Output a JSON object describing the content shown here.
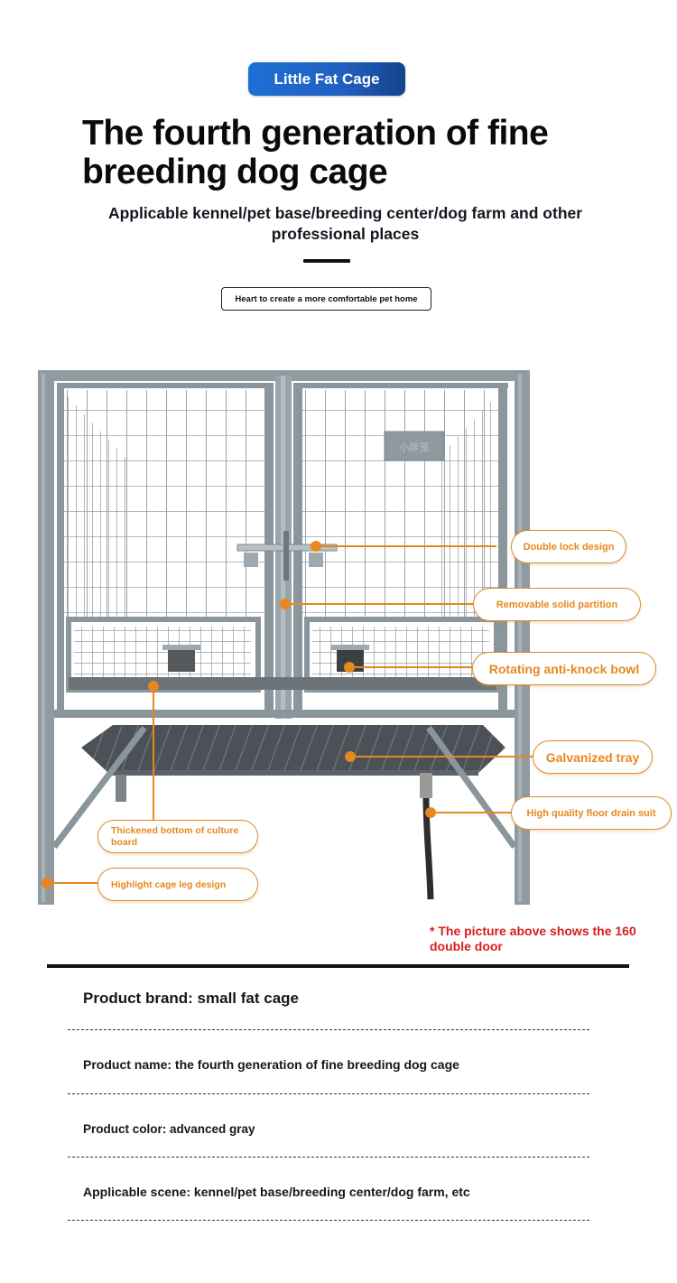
{
  "header": {
    "brand_badge": "Little Fat Cage",
    "title": "The fourth generation of fine breeding dog cage",
    "subtitle": "Applicable kennel/pet base/breeding center/dog farm and other professional places",
    "tagline": "Heart to create a more comfortable pet home"
  },
  "product_image": {
    "description": "Gray steel double-door dog cage with galvanized tray and drain",
    "nameplate_text": "小胖笼",
    "callouts": [
      {
        "label": "Double lock design"
      },
      {
        "label": "Removable solid partition"
      },
      {
        "label": "Rotating anti-knock bowl"
      },
      {
        "label": "Galvanized tray"
      },
      {
        "label": "High quality floor drain suit"
      },
      {
        "label": "Thickened bottom of culture board"
      },
      {
        "label": "Highlight cage leg design"
      }
    ],
    "note": "* The picture above shows the 160 double door"
  },
  "specs": [
    {
      "text": "Product brand: small fat cage"
    },
    {
      "text": "Product name: the fourth generation of fine breeding dog cage"
    },
    {
      "text": "Product color: advanced gray"
    },
    {
      "text": "Applicable scene: kennel/pet base/breeding center/dog farm, etc"
    }
  ],
  "colors": {
    "brand_blue": "#1d6fd6",
    "callout_orange": "#e8871e",
    "note_red": "#d81e1e",
    "cage_gray": "#8a969e"
  }
}
